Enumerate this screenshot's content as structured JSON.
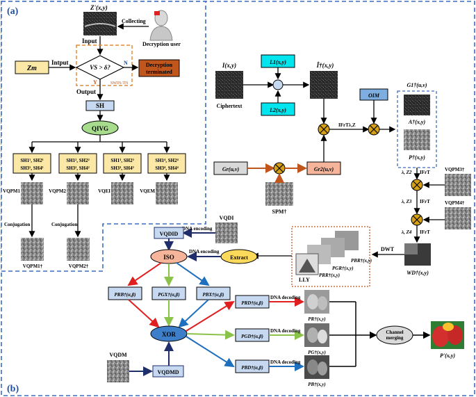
{
  "panel_a_label": "(a)",
  "panel_b_label": "(b)",
  "z_label": "Z'(x,y)",
  "collecting_label": "Collecting",
  "decryption_user_label": "Decryption user",
  "input_label": "Input",
  "intput_label": "Intput",
  "zm_label": "Zm",
  "condition_label": "VS > δ?",
  "n_label": "N",
  "y_label": "Y",
  "swin_label": "SWIN-TN",
  "terminated_label": "Decryption terminated",
  "output_label": "Output",
  "sh_label": "SH",
  "qivg_label": "QIVG",
  "sh_groups": [
    {
      "line1": "SH1¹, SH2¹",
      "line2": "SH3¹, SH4¹"
    },
    {
      "line1": "SH1², SH2²",
      "line2": "SH3², SH4²"
    },
    {
      "line1": "SH1³, SH2³",
      "line2": "SH3³, SH4³"
    },
    {
      "line1": "SH1⁴, SH2⁴",
      "line2": "SH3⁴, SH4⁴"
    }
  ],
  "vqpm1_label": "VQPM1",
  "vqpm2_label": "VQPM2",
  "vqei_label": "VQEI",
  "vqem_label": "VQEM",
  "conjugation_label": "Conjugation",
  "vqpm1d_label": "VQPM1†",
  "vqpm2d_label": "VQPM2†",
  "ixy_label": "I(x,y)",
  "ciphertext_label": "Ciphertext",
  "l1_label": "L1(x,y)",
  "l2_label": "L2(x,y)",
  "ihat_label": "Î†(x,y)",
  "oim_label": "OIM",
  "frft_z_label": "IFrTλ,Z",
  "g1_label": "G1†(u,v)",
  "a_label": "A†(x,y)",
  "p_label": "P†(x,y)",
  "gr_label": "Gr(u,v)",
  "gr2_label": "Gr2(u,v)",
  "spm_label": "SPM†",
  "lz2_label": "λ, Z2",
  "lz3_label": "λ, Z3",
  "lz4_label": "λ, Z4",
  "ifrt_label": "IFrT",
  "vqpm3_label": "VQPM3†",
  "vqpm4_label": "VQPM4†",
  "wd_label": "WD†(x,y)",
  "dwt_label": "DWT",
  "lly_label": "LLY",
  "prr_label": "PRR†(x,y)",
  "pgr_label": "PGR†(x,y)",
  "pbr_label": "PBR†(x,y)",
  "vqdi_label": "VQDI",
  "vqdid_label": "VQDID",
  "dna_encoding_label": "DNA encoding",
  "iso_label": "ISO",
  "extract_label": "Extract",
  "prb_label": "PRB†(α,β)",
  "pgb_label": "PGX†(α,β)",
  "pbb_label": "PBX†(α,β)",
  "xor_label": "XOR",
  "vqdm_label": "VQDM",
  "vqdmd_label": "VQDMD",
  "prd_label": "PRD†(α,β)",
  "pgd_label": "PGD†(α,β)",
  "pbd_label": "PBD†(α,β)",
  "dna_decoding_label": "DNA decoding",
  "pr_out_label": "PR†(x,y)",
  "pg_out_label": "PG†(x,y)",
  "pb_out_label": "PB†(x,y)",
  "channel_merging_label": "Channel merging",
  "final_label": "P'(x,y)",
  "colors": {
    "dash_border": "#3d6cc0",
    "yellow_box": "#fbe8a6",
    "orange_box": "#c0561c",
    "cyan_box": "#00e5ee",
    "blue_box": "#c6d9f1",
    "salmon": "#f6b59b",
    "gold": "#d4a017",
    "red_line": "#e02020",
    "green_line": "#8bc34a",
    "blue_line": "#1f6fbf",
    "navy_line": "#1f2d6b"
  }
}
